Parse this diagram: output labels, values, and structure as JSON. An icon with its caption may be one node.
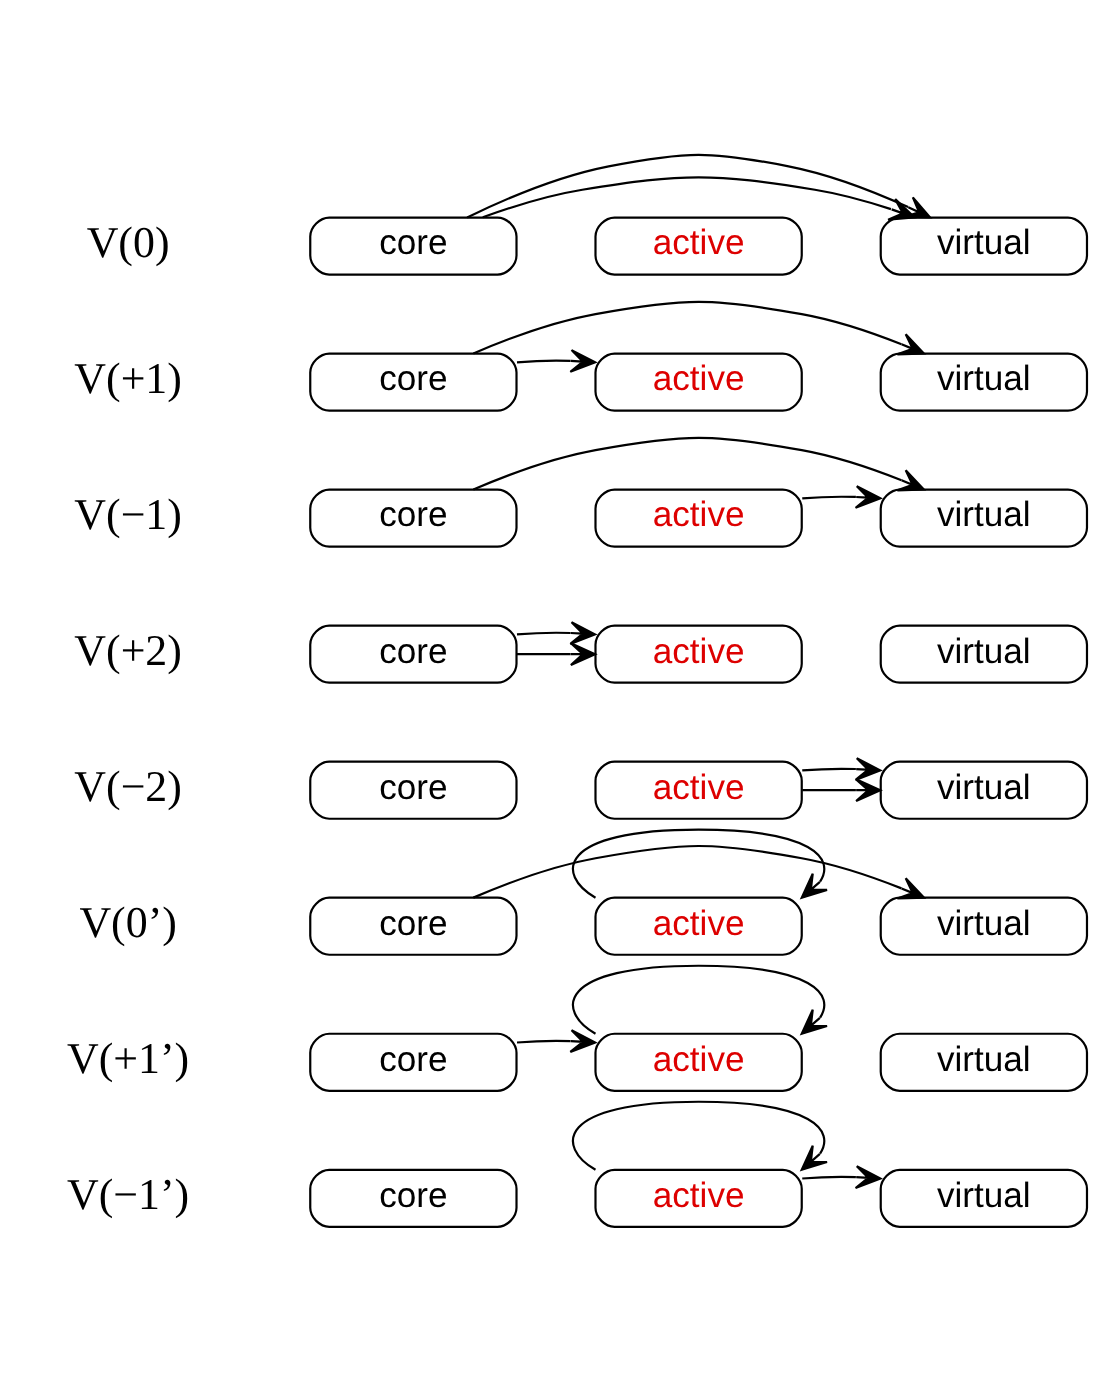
{
  "diagram": {
    "nodes": [
      {
        "text": [
          "core"
        ]
      },
      {
        "text": [
          "active"
        ]
      },
      {
        "text": [
          "virtual"
        ]
      },
      {
        "text": [
          "core"
        ]
      },
      {
        "text": [
          "active"
        ]
      },
      {
        "text": [
          "virtual"
        ]
      },
      {
        "text": [
          "core"
        ]
      },
      {
        "text": [
          "active"
        ]
      },
      {
        "text": [
          "virtual"
        ]
      },
      {
        "text": [
          "core"
        ]
      },
      {
        "text": [
          "active"
        ]
      },
      {
        "text": [
          "virtual"
        ]
      },
      {
        "text": [
          "core"
        ]
      },
      {
        "text": [
          "active"
        ]
      },
      {
        "text": [
          "virtual"
        ]
      },
      {
        "text": [
          "core"
        ]
      },
      {
        "text": [
          "active"
        ]
      },
      {
        "text": [
          "virtual"
        ]
      },
      {
        "text": [
          "core"
        ]
      },
      {
        "text": [
          "active"
        ]
      },
      {
        "text": [
          "virtual"
        ]
      },
      {
        "text": [
          "core"
        ]
      },
      {
        "text": [
          "active"
        ]
      },
      {
        "text": [
          "virtual"
        ]
      }
    ],
    "edges": [
      {
        "from": 0,
        "to": 2,
        "arrow": "to"
      },
      {
        "from": 0,
        "to": 2,
        "arrow": "to"
      },
      {
        "from": 3,
        "to": 4,
        "arrow": "to"
      },
      {
        "from": 3,
        "to": 5,
        "arrow": "to"
      },
      {
        "from": 6,
        "to": 8,
        "arrow": "to"
      },
      {
        "from": 7,
        "to": 8,
        "arrow": "to"
      },
      {
        "from": 9,
        "to": 10,
        "arrow": "to"
      },
      {
        "from": 9,
        "to": 10,
        "arrow": "to"
      },
      {
        "from": 13,
        "to": 14,
        "arrow": "to"
      },
      {
        "from": 13,
        "to": 14,
        "arrow": "to"
      },
      {
        "from": 15,
        "to": 17,
        "arrow": "to"
      },
      {
        "from": 16,
        "to": 16,
        "arrow": "to"
      },
      {
        "from": 18,
        "to": 19,
        "arrow": "to"
      },
      {
        "from": 19,
        "to": 19,
        "arrow": "to"
      },
      {
        "from": 22,
        "to": 22,
        "arrow": "to"
      },
      {
        "from": 22,
        "to": 23,
        "arrow": "to"
      }
    ],
    "labels": [
      "V(0)",
      "V(+1)",
      "V(−1)",
      "V(+2)",
      "V(−2)",
      "V(0’)",
      "V(+1’)",
      "V(−1’)"
    ]
  }
}
